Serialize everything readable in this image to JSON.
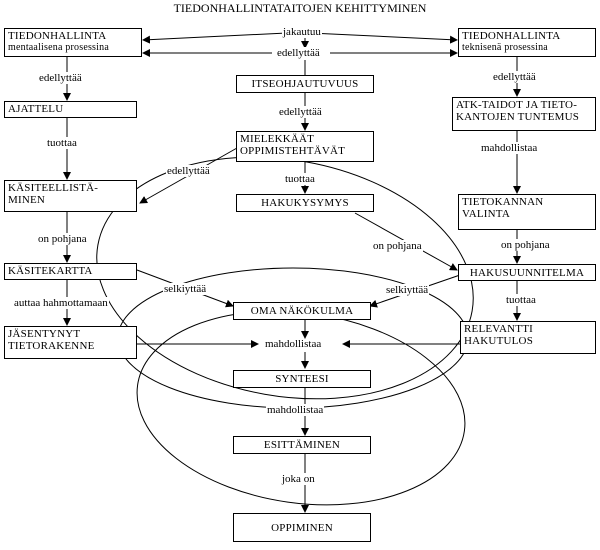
{
  "title": "TIEDONHALLINTATAITOJEN KEHITTYMINEN",
  "nodes": {
    "tiedonhallinta_mentaalisena": {
      "line1": "TIEDONHALLINTA",
      "line2": "mentaalisena prosessina"
    },
    "tiedonhallinta_teknisena": {
      "line1": "TIEDONHALLINTA",
      "line2": "teknisenä prosessina"
    },
    "itseohjautuvuus": "ITSEOHJAUTUVUUS",
    "ajattelu": "AJATTELU",
    "atk_taidot": {
      "line1": "ATK-TAIDOT JA TIETO-",
      "line2": "KANTOJEN TUNTEMUS"
    },
    "mielekkaat": {
      "line1": "MIELEKKÄÄT",
      "line2": "OPPIMISTEHTÄVÄT"
    },
    "kasitteellistaminen": {
      "line1": "KÄSITEELLISTÄ-",
      "line2": "MINEN"
    },
    "hakukysymys": "HAKUKYSYMYS",
    "tietokannan_valinta": {
      "line1": "TIETOKANNAN",
      "line2": "VALINTA"
    },
    "kasitekartta": "KÄSITEKARTTA",
    "hakusuunnitelma": "HAKUSUUNNITELMA",
    "oma_nakokulma": "OMA NÄKÖKULMA",
    "jasentynyt": {
      "line1": "JÄSENTYNYT",
      "line2": "TIETORAKENNE"
    },
    "relevantti": {
      "line1": "RELEVANTTI",
      "line2": "HAKUTULOS"
    },
    "synteesi": "SYNTEESI",
    "esittaminen": "ESITTÄMINEN",
    "oppiminen": "OPPIMINEN"
  },
  "labels": {
    "jakautuu": "jakautuu",
    "edellyttaa_top": "edellyttää",
    "edellyttaa_left": "edellyttää",
    "edellyttaa_right": "edellyttää",
    "edellyttaa_center": "edellyttää",
    "edellyttaa_diag": "edellyttää",
    "tuottaa_left": "tuottaa",
    "tuottaa_center": "tuottaa",
    "tuottaa_right": "tuottaa",
    "mahdollistaa_right": "mahdollistaa",
    "on_pohjana_left": "on pohjana",
    "on_pohjana_center": "on pohjana",
    "on_pohjana_right": "on pohjana",
    "auttaa": "auttaa hahmottamaan",
    "selkiyttaa_left": "selkiyttää",
    "selkiyttaa_right": "selkiyttää",
    "mahdollistaa_center": "mahdollistaa",
    "mahdollistaa_bottom": "mahdollistaa",
    "joka_on": "joka on"
  }
}
